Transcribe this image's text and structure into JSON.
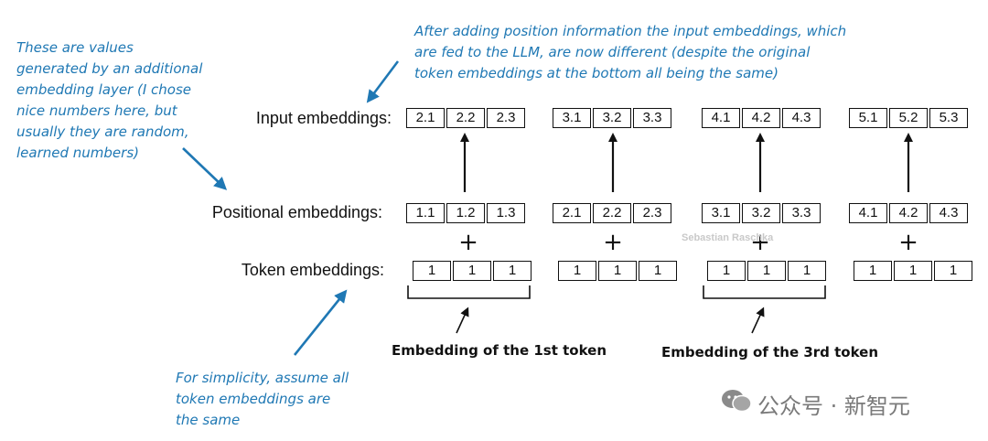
{
  "notes": {
    "top_right": [
      "After adding position information the input embeddings, which",
      "are fed to the LLM, are now different (despite the original",
      "token embeddings at the bottom all being the same)"
    ],
    "left": [
      "These are values",
      "generated by an additional",
      "embedding layer (I chose",
      "nice numbers here, but",
      "usually they are random,",
      "learned numbers)"
    ],
    "bottom_left": [
      "For simplicity, assume all",
      "token embeddings are",
      "the same"
    ]
  },
  "rows": {
    "input": {
      "label": "Input embeddings:",
      "groups": [
        [
          "2.1",
          "2.2",
          "2.3"
        ],
        [
          "3.1",
          "3.2",
          "3.3"
        ],
        [
          "4.1",
          "4.2",
          "4.3"
        ],
        [
          "5.1",
          "5.2",
          "5.3"
        ]
      ]
    },
    "positional": {
      "label": "Positional embeddings:",
      "groups": [
        [
          "1.1",
          "1.2",
          "1.3"
        ],
        [
          "2.1",
          "2.2",
          "2.3"
        ],
        [
          "3.1",
          "3.2",
          "3.3"
        ],
        [
          "4.1",
          "4.2",
          "4.3"
        ]
      ]
    },
    "token": {
      "label": "Token embeddings:",
      "groups": [
        [
          "1",
          "1",
          "1"
        ],
        [
          "1",
          "1",
          "1"
        ],
        [
          "1",
          "1",
          "1"
        ],
        [
          "1",
          "1",
          "1"
        ]
      ]
    }
  },
  "plus_sign": "+",
  "captions": {
    "first": "Embedding of the 1st token",
    "third": "Embedding of the 3rd token"
  },
  "watermark": {
    "author": "Sebastian Raschka",
    "account": "公众号 · 新智元"
  },
  "colors": {
    "annotation": "#1f78b4",
    "ink": "#111111"
  }
}
